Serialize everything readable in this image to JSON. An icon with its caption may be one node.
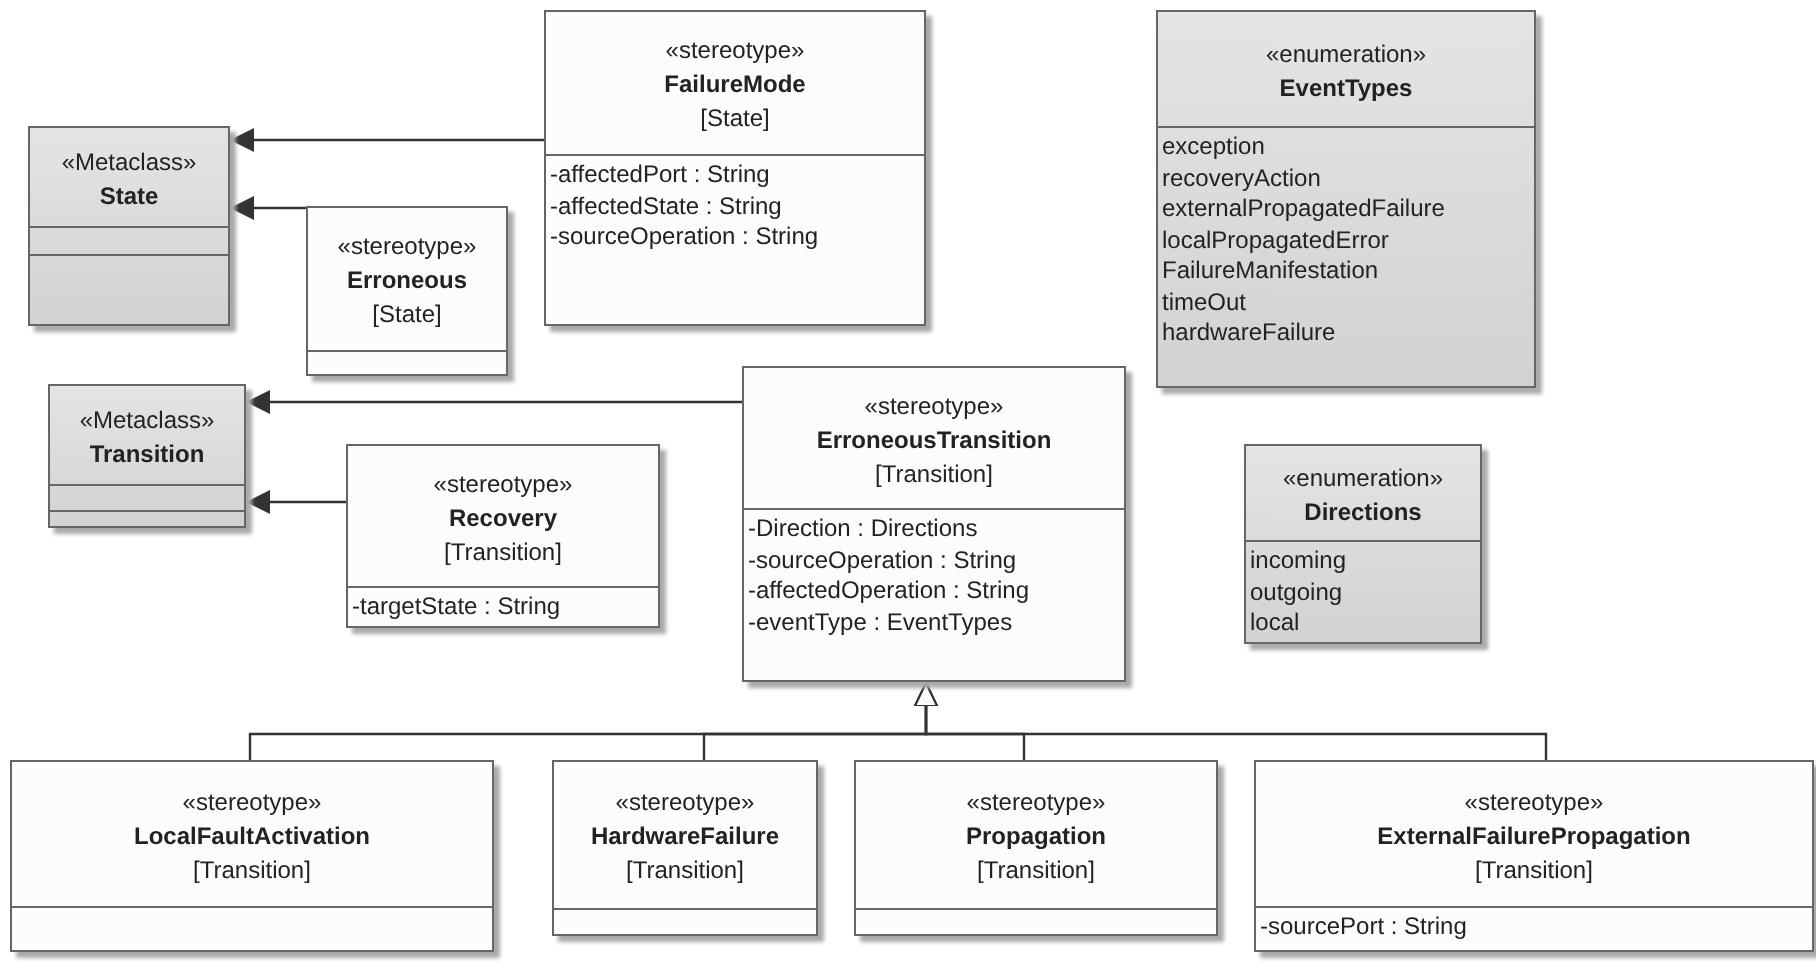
{
  "diagram": {
    "nodes": [
      {
        "text": [
          "«Metaclass»",
          "State"
        ]
      },
      {
        "text": [
          "«stereotype»",
          "FailureMode",
          "[State]",
          "-affectedPort : String",
          "-affectedState : String",
          "-sourceOperation : String"
        ]
      },
      {
        "text": [
          "«stereotype»",
          "Erroneous",
          "[State]"
        ]
      },
      {
        "text": [
          "«enumeration»",
          "EventTypes",
          "exception",
          "recoveryAction",
          "externalPropagatedFailure",
          "localPropagatedError",
          "FailureManifestation",
          "timeOut",
          "hardwareFailure"
        ]
      },
      {
        "text": [
          "«Metaclass»",
          "Transition"
        ]
      },
      {
        "text": [
          "«stereotype»",
          "Recovery",
          "[Transition]",
          "-targetState : String"
        ]
      },
      {
        "text": [
          "«stereotype»",
          "ErroneousTransition",
          "[Transition]",
          "-Direction : Directions",
          "-sourceOperation : String",
          "-affectedOperation : String",
          "-eventType : EventTypes"
        ]
      },
      {
        "text": [
          "«enumeration»",
          "Directions",
          "incoming",
          "outgoing",
          "local"
        ]
      },
      {
        "text": [
          "«stereotype»",
          "LocalFaultActivation",
          "[Transition]"
        ]
      },
      {
        "text": [
          "«stereotype»",
          "HardwareFailure",
          "[Transition]"
        ]
      },
      {
        "text": [
          "«stereotype»",
          "Propagation",
          "[Transition]"
        ]
      },
      {
        "text": [
          "«stereotype»",
          "ExternalFailurePropagation",
          "[Transition]",
          "-sourcePort : String"
        ]
      }
    ],
    "edges": [
      {
        "from": 1,
        "to": 0,
        "arrow": "to"
      },
      {
        "from": 2,
        "to": 0,
        "arrow": "to"
      },
      {
        "from": 6,
        "to": 4,
        "arrow": "to"
      },
      {
        "from": 5,
        "to": 4,
        "arrow": "to"
      },
      {
        "from": 8,
        "to": 6,
        "arrow": "to"
      },
      {
        "from": 9,
        "to": 6,
        "arrow": "to"
      },
      {
        "from": 10,
        "to": 6,
        "arrow": "to"
      },
      {
        "from": 11,
        "to": 6,
        "arrow": "to"
      }
    ]
  }
}
